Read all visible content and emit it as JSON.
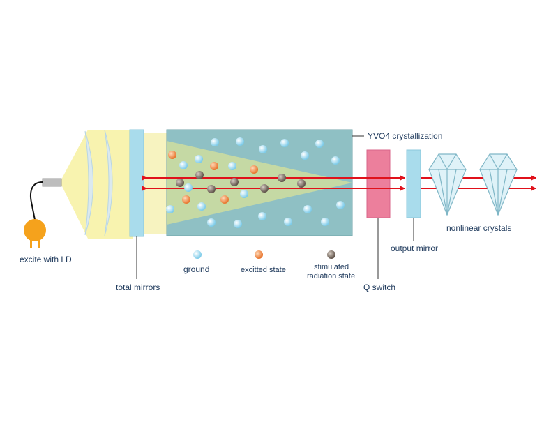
{
  "labels": {
    "crystal": "YVO4 crystallization",
    "source": "excite with LD",
    "total_mirrors": "total mirrors",
    "q_switch": "Q switch",
    "output_mirror": "output mirror",
    "nonlinear": "nonlinear crystals"
  },
  "legend": {
    "ground": "ground",
    "excited": "excitted state",
    "stimulated_line1": "stimulated",
    "stimulated_line2": "radiation state"
  },
  "colors": {
    "crystal_fill": "#8fc0c4",
    "light_cone": "#f7f2a6",
    "mirror": "#a9dcec",
    "q_switch": "#ec7f9c",
    "beam": "#e0111b",
    "ground_atom": "#9ad8f0",
    "excited_atom": "#ee8640",
    "stimulated_atom": "#7d6f64",
    "diode": "#f5a21c",
    "label_text": "#1f3a5c"
  }
}
